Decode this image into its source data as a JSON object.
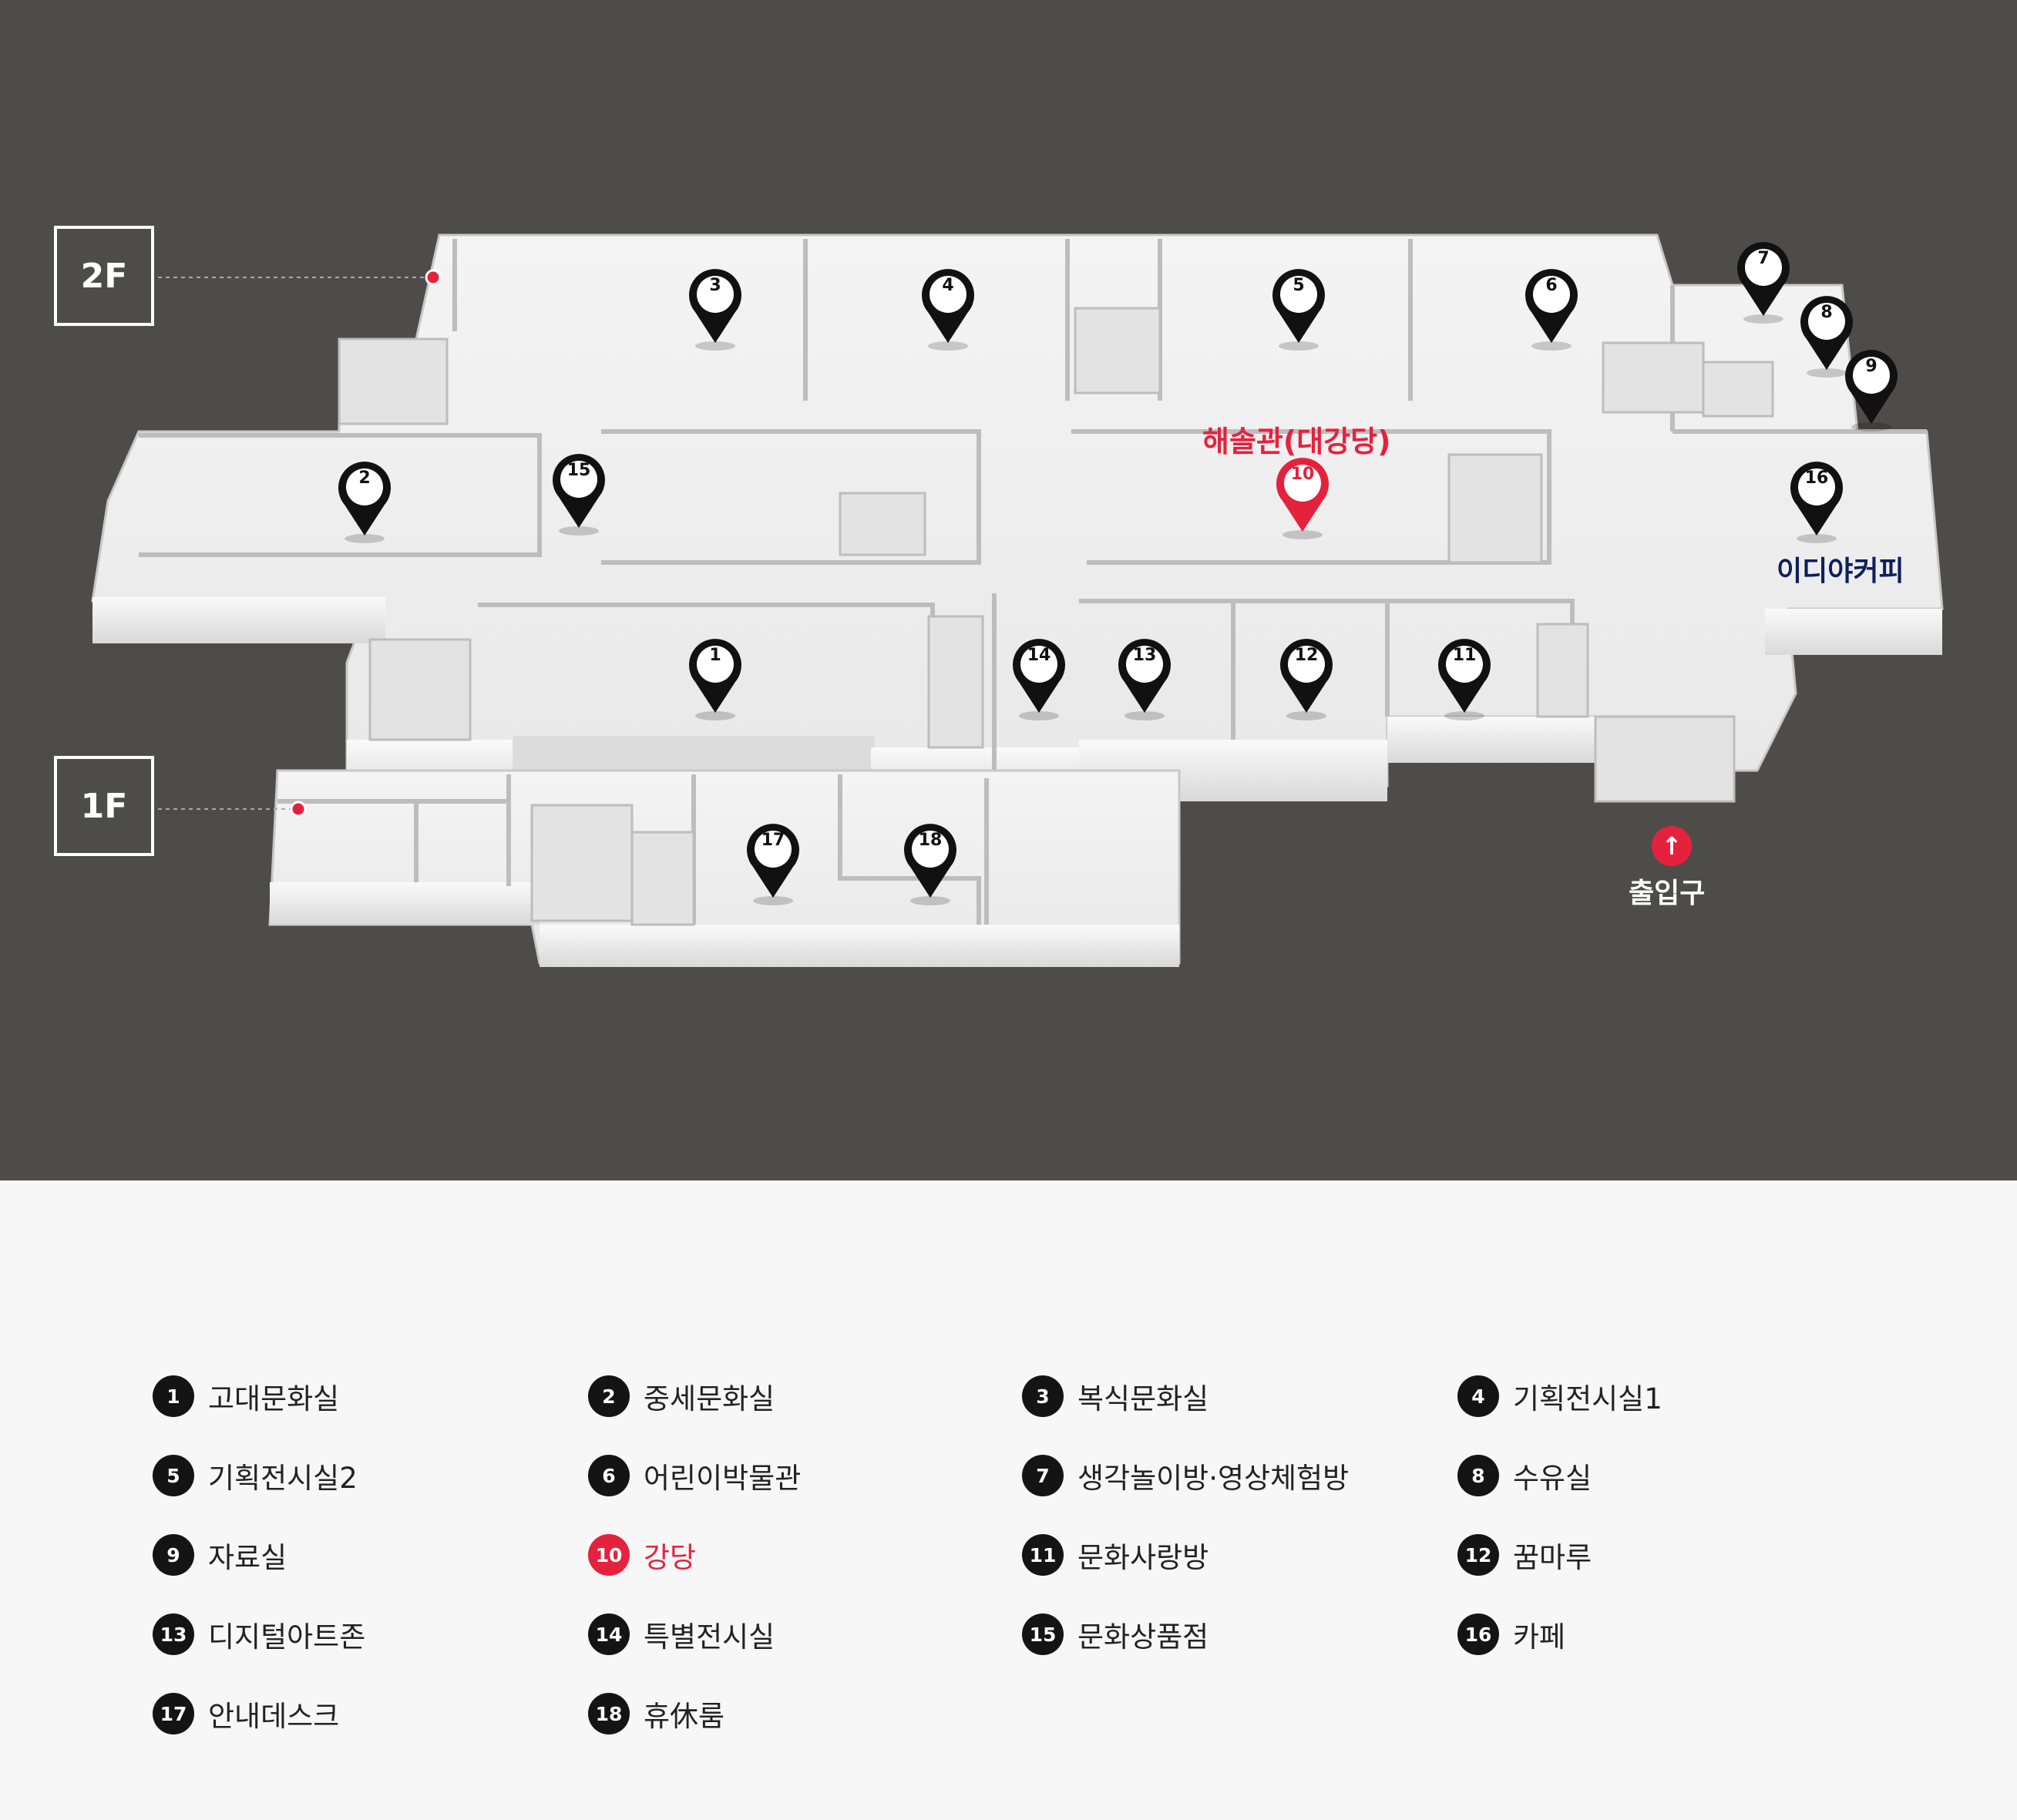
{
  "colors": {
    "background": "#4e4c48",
    "legend_background": "#f7f7f7",
    "accent_red": "#e5223d",
    "cafe_navy": "#0d1f5c"
  },
  "map": {
    "floor_2": "2F",
    "floor_1": "1F",
    "auditorium_label": "해솔관(대강당)",
    "cafe_label": "이디야커피",
    "entrance_label": "출입구",
    "entrance_icon": "arrow-up-icon",
    "pins": [
      {
        "num": "1"
      },
      {
        "num": "2"
      },
      {
        "num": "3"
      },
      {
        "num": "4"
      },
      {
        "num": "5"
      },
      {
        "num": "6"
      },
      {
        "num": "7"
      },
      {
        "num": "8"
      },
      {
        "num": "9"
      },
      {
        "num": "10",
        "highlight": true
      },
      {
        "num": "11"
      },
      {
        "num": "12"
      },
      {
        "num": "13"
      },
      {
        "num": "14"
      },
      {
        "num": "15"
      },
      {
        "num": "16"
      },
      {
        "num": "17"
      },
      {
        "num": "18"
      }
    ]
  },
  "legend": [
    {
      "num": "1",
      "label": "고대문화실"
    },
    {
      "num": "2",
      "label": "중세문화실"
    },
    {
      "num": "3",
      "label": "복식문화실"
    },
    {
      "num": "4",
      "label": "기획전시실1"
    },
    {
      "num": "5",
      "label": "기획전시실2"
    },
    {
      "num": "6",
      "label": "어린이박물관"
    },
    {
      "num": "7",
      "label": "생각놀이방·영상체험방"
    },
    {
      "num": "8",
      "label": "수유실"
    },
    {
      "num": "9",
      "label": "자료실"
    },
    {
      "num": "10",
      "label": "강당",
      "highlight": true
    },
    {
      "num": "11",
      "label": "문화사랑방"
    },
    {
      "num": "12",
      "label": "꿈마루"
    },
    {
      "num": "13",
      "label": "디지털아트존"
    },
    {
      "num": "14",
      "label": "특별전시실"
    },
    {
      "num": "15",
      "label": "문화상품점"
    },
    {
      "num": "16",
      "label": "카페"
    },
    {
      "num": "17",
      "label": "안내데스크"
    },
    {
      "num": "18",
      "label": "휴休룸"
    }
  ]
}
